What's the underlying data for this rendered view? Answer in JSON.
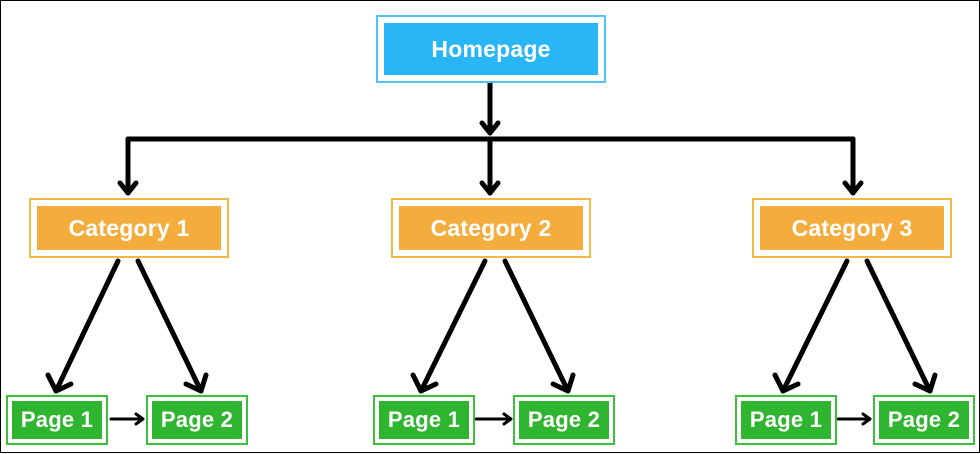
{
  "homepage": {
    "label": "Homepage"
  },
  "categories": [
    {
      "label": "Category 1",
      "pages": [
        "Page 1",
        "Page 2"
      ]
    },
    {
      "label": "Category 2",
      "pages": [
        "Page 1",
        "Page 2"
      ]
    },
    {
      "label": "Category 3",
      "pages": [
        "Page 1",
        "Page 2"
      ]
    }
  ],
  "colors": {
    "homepage": "#29b6f6",
    "category": "#f4ad3d",
    "page": "#2fb52f",
    "connector": "#000000"
  }
}
